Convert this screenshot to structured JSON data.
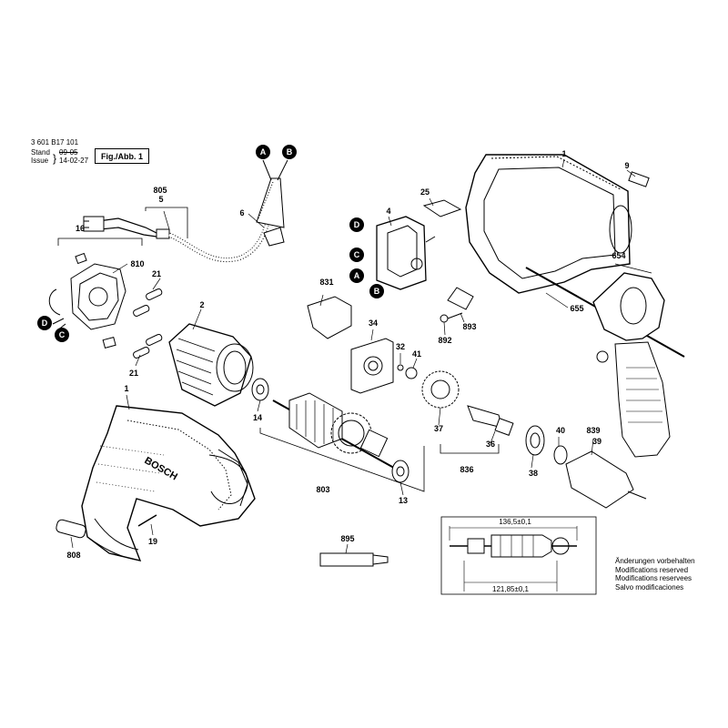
{
  "header": {
    "doc_number": "3 601 B17 101",
    "stand_label": "Stand",
    "issue_label": "Issue",
    "stand_date": "09-05",
    "issue_date": "14-02-27",
    "figure_label": "Fig./Abb. 1"
  },
  "parts": [
    {
      "id": "p1a",
      "label": "1"
    },
    {
      "id": "p1b",
      "label": "1"
    },
    {
      "id": "p2",
      "label": "2"
    },
    {
      "id": "p4",
      "label": "4"
    },
    {
      "id": "p5",
      "label": "5"
    },
    {
      "id": "p6",
      "label": "6"
    },
    {
      "id": "p9",
      "label": "9"
    },
    {
      "id": "p13",
      "label": "13"
    },
    {
      "id": "p14",
      "label": "14"
    },
    {
      "id": "p16",
      "label": "16"
    },
    {
      "id": "p19",
      "label": "19"
    },
    {
      "id": "p21a",
      "label": "21"
    },
    {
      "id": "p21b",
      "label": "21"
    },
    {
      "id": "p25",
      "label": "25"
    },
    {
      "id": "p32",
      "label": "32"
    },
    {
      "id": "p34",
      "label": "34"
    },
    {
      "id": "p36",
      "label": "36"
    },
    {
      "id": "p37",
      "label": "37"
    },
    {
      "id": "p38",
      "label": "38"
    },
    {
      "id": "p39",
      "label": "39"
    },
    {
      "id": "p40",
      "label": "40"
    },
    {
      "id": "p41",
      "label": "41"
    },
    {
      "id": "p654",
      "label": "654"
    },
    {
      "id": "p655",
      "label": "655"
    },
    {
      "id": "p803",
      "label": "803"
    },
    {
      "id": "p805",
      "label": "805"
    },
    {
      "id": "p808",
      "label": "808"
    },
    {
      "id": "p810",
      "label": "810"
    },
    {
      "id": "p831",
      "label": "831"
    },
    {
      "id": "p836",
      "label": "836"
    },
    {
      "id": "p839",
      "label": "839"
    },
    {
      "id": "p892",
      "label": "892"
    },
    {
      "id": "p893",
      "label": "893"
    },
    {
      "id": "p895",
      "label": "895"
    }
  ],
  "connectors": [
    {
      "id": "cA1",
      "label": "A"
    },
    {
      "id": "cB1",
      "label": "B"
    },
    {
      "id": "cD1",
      "label": "D"
    },
    {
      "id": "cC1",
      "label": "C"
    },
    {
      "id": "cA2",
      "label": "A"
    },
    {
      "id": "cB2",
      "label": "B"
    },
    {
      "id": "cD2",
      "label": "D"
    },
    {
      "id": "cC2",
      "label": "C"
    }
  ],
  "dimensions": {
    "overall_length": "136,5±0,1",
    "core_length": "121,85±0,1"
  },
  "notes": [
    "Änderungen vorbehalten",
    "Modifications reserved",
    "Modifications reservees",
    "Salvo modificaciones"
  ]
}
